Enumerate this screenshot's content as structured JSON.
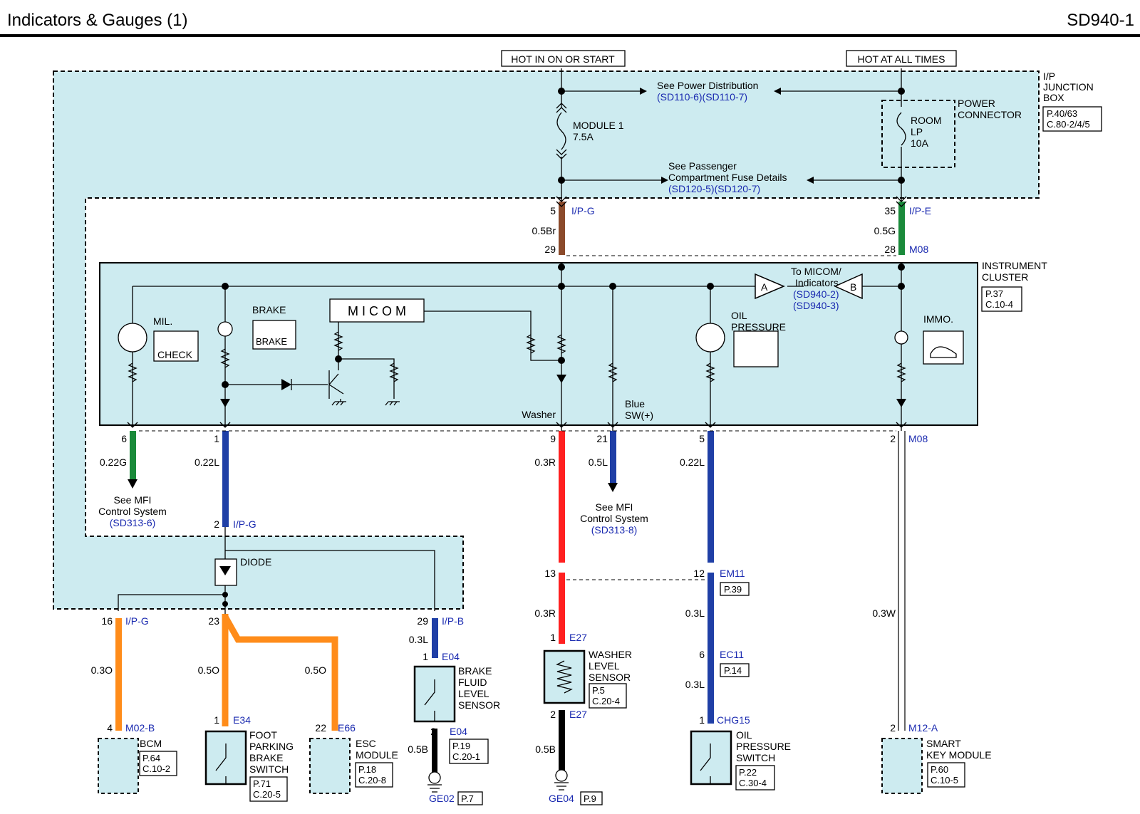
{
  "header": {
    "title": "Indicators & Gauges (1)",
    "code": "SD940-1"
  },
  "power": {
    "hot_on_start": "HOT IN ON OR START",
    "hot_all_times": "HOT AT ALL TIMES",
    "see_power_1": "See Power Distribution",
    "see_power_2": "(SD110-6)(SD110-7)",
    "fuse_module": "MODULE 1",
    "fuse_module_amp": "7.5A",
    "fuse_room_1": "ROOM",
    "fuse_room_2": "LP",
    "fuse_room_3": "10A",
    "power_connector_1": "POWER",
    "power_connector_2": "CONNECTOR",
    "see_pass_1": "See Passenger",
    "see_pass_2": "Compartment Fuse Details",
    "see_pass_3": "(SD120-5)(SD120-7)"
  },
  "junction_box": {
    "name_1": "I/P",
    "name_2": "JUNCTION",
    "name_3": "BOX",
    "ref_1": "P.40/63",
    "ref_2": "C.80-2/4/5"
  },
  "cluster": {
    "name_1": "INSTRUMENT",
    "name_2": "CLUSTER",
    "ref_1": "P.37",
    "ref_2": "C.10-4",
    "mil": "MIL.",
    "check": "CHECK",
    "brake": "BRAKE",
    "brake_sub": "BRAKE",
    "micom": "M I C O M",
    "to_micom_1": "To MICOM/",
    "to_micom_2": "Indicators",
    "to_micom_3": "(SD940-2)",
    "to_micom_4": "(SD940-3)",
    "tri_a": "A",
    "tri_b": "B",
    "oil_1": "OIL",
    "oil_2": "PRESSURE",
    "immo": "IMMO.",
    "washer": "Washer",
    "blue_1": "Blue",
    "blue_2": "SW(+)"
  },
  "pins": {
    "p5": "5",
    "ipg1": "I/P-G",
    "w05br": "0.5Br",
    "p29": "29",
    "p35": "35",
    "ipe": "I/P-E",
    "w05g": "0.5G",
    "p28": "28",
    "m08a": "M08",
    "p6": "6",
    "p1": "1",
    "p9": "9",
    "p21": "21",
    "p5b": "5",
    "p2": "2",
    "m08b": "M08",
    "w022g": "0.22G",
    "w022l": "0.22L",
    "w03r": "0.3R",
    "w05l": "0.5L",
    "w022l_2": "0.22L",
    "p2b": "2",
    "ipg2": "I/P-G",
    "p13": "13",
    "p12": "12",
    "em11": "EM11",
    "em11_ref": "P.39",
    "p16": "16",
    "ipg3": "I/P-G",
    "p23": "23",
    "p29b": "29",
    "ipb": "I/P-B",
    "w03o": "0.3O",
    "w05o": "0.5O",
    "w05o_2": "0.5O",
    "w03l": "0.3L",
    "w03r_2": "0.3R",
    "w03l_2": "0.3L",
    "w03w": "0.3W",
    "p1e04": "1",
    "e04": "E04",
    "p2e04": "2",
    "e04b": "E04",
    "w05b": "0.5B",
    "p1e27": "1",
    "e27": "E27",
    "p2e27": "2",
    "e27b": "E27",
    "w05b_2": "0.5B",
    "p6ec": "6",
    "ec11": "EC11",
    "ec11_ref": "P.14",
    "w03l_3": "0.3L",
    "p1chg": "1",
    "chg15": "CHG15",
    "p4": "4",
    "m02b": "M02-B",
    "p1e34": "1",
    "e34": "E34",
    "p22": "22",
    "e66": "E66",
    "p2m12": "2",
    "m12a": "M12-A"
  },
  "references": {
    "mfi1_1": "See MFI",
    "mfi1_2": "Control System",
    "mfi1_3": "(SD313-6)",
    "mfi2_1": "See MFI",
    "mfi2_2": "Control System",
    "mfi2_3": "(SD313-8)",
    "diode": "DIODE"
  },
  "components": {
    "bcm": "BCM",
    "bcm_ref_1": "P.64",
    "bcm_ref_2": "C.10-2",
    "foot_1": "FOOT",
    "foot_2": "PARKING",
    "foot_3": "BRAKE",
    "foot_4": "SWITCH",
    "foot_ref_1": "P.71",
    "foot_ref_2": "C.20-5",
    "esc_1": "ESC",
    "esc_2": "MODULE",
    "esc_ref_1": "P.18",
    "esc_ref_2": "C.20-8",
    "bfl_1": "BRAKE",
    "bfl_2": "FLUID",
    "bfl_3": "LEVEL",
    "bfl_4": "SENSOR",
    "bfl_ref_1": "P.19",
    "bfl_ref_2": "C.20-1",
    "wls_1": "WASHER",
    "wls_2": "LEVEL",
    "wls_3": "SENSOR",
    "wls_ref_1": "P.5",
    "wls_ref_2": "C.20-4",
    "ops_1": "OIL",
    "ops_2": "PRESSURE",
    "ops_3": "SWITCH",
    "ops_ref_1": "P.22",
    "ops_ref_2": "C.30-4",
    "smk_1": "SMART",
    "smk_2": "KEY MODULE",
    "smk_ref_1": "P.60",
    "smk_ref_2": "C.10-5",
    "ge02": "GE02",
    "ge02_ref": "P.7",
    "ge04": "GE04",
    "ge04_ref": "P.9"
  },
  "colors": {
    "zone_fill": "#cdebf0",
    "wire_brown": "#8b4a2b",
    "wire_green": "#1a8a3a",
    "wire_blue": "#1f3fa6",
    "wire_red": "#ff2020",
    "wire_orange": "#ff8c1a",
    "wire_black": "#000000",
    "ref_blue": "#1a2ab0"
  }
}
